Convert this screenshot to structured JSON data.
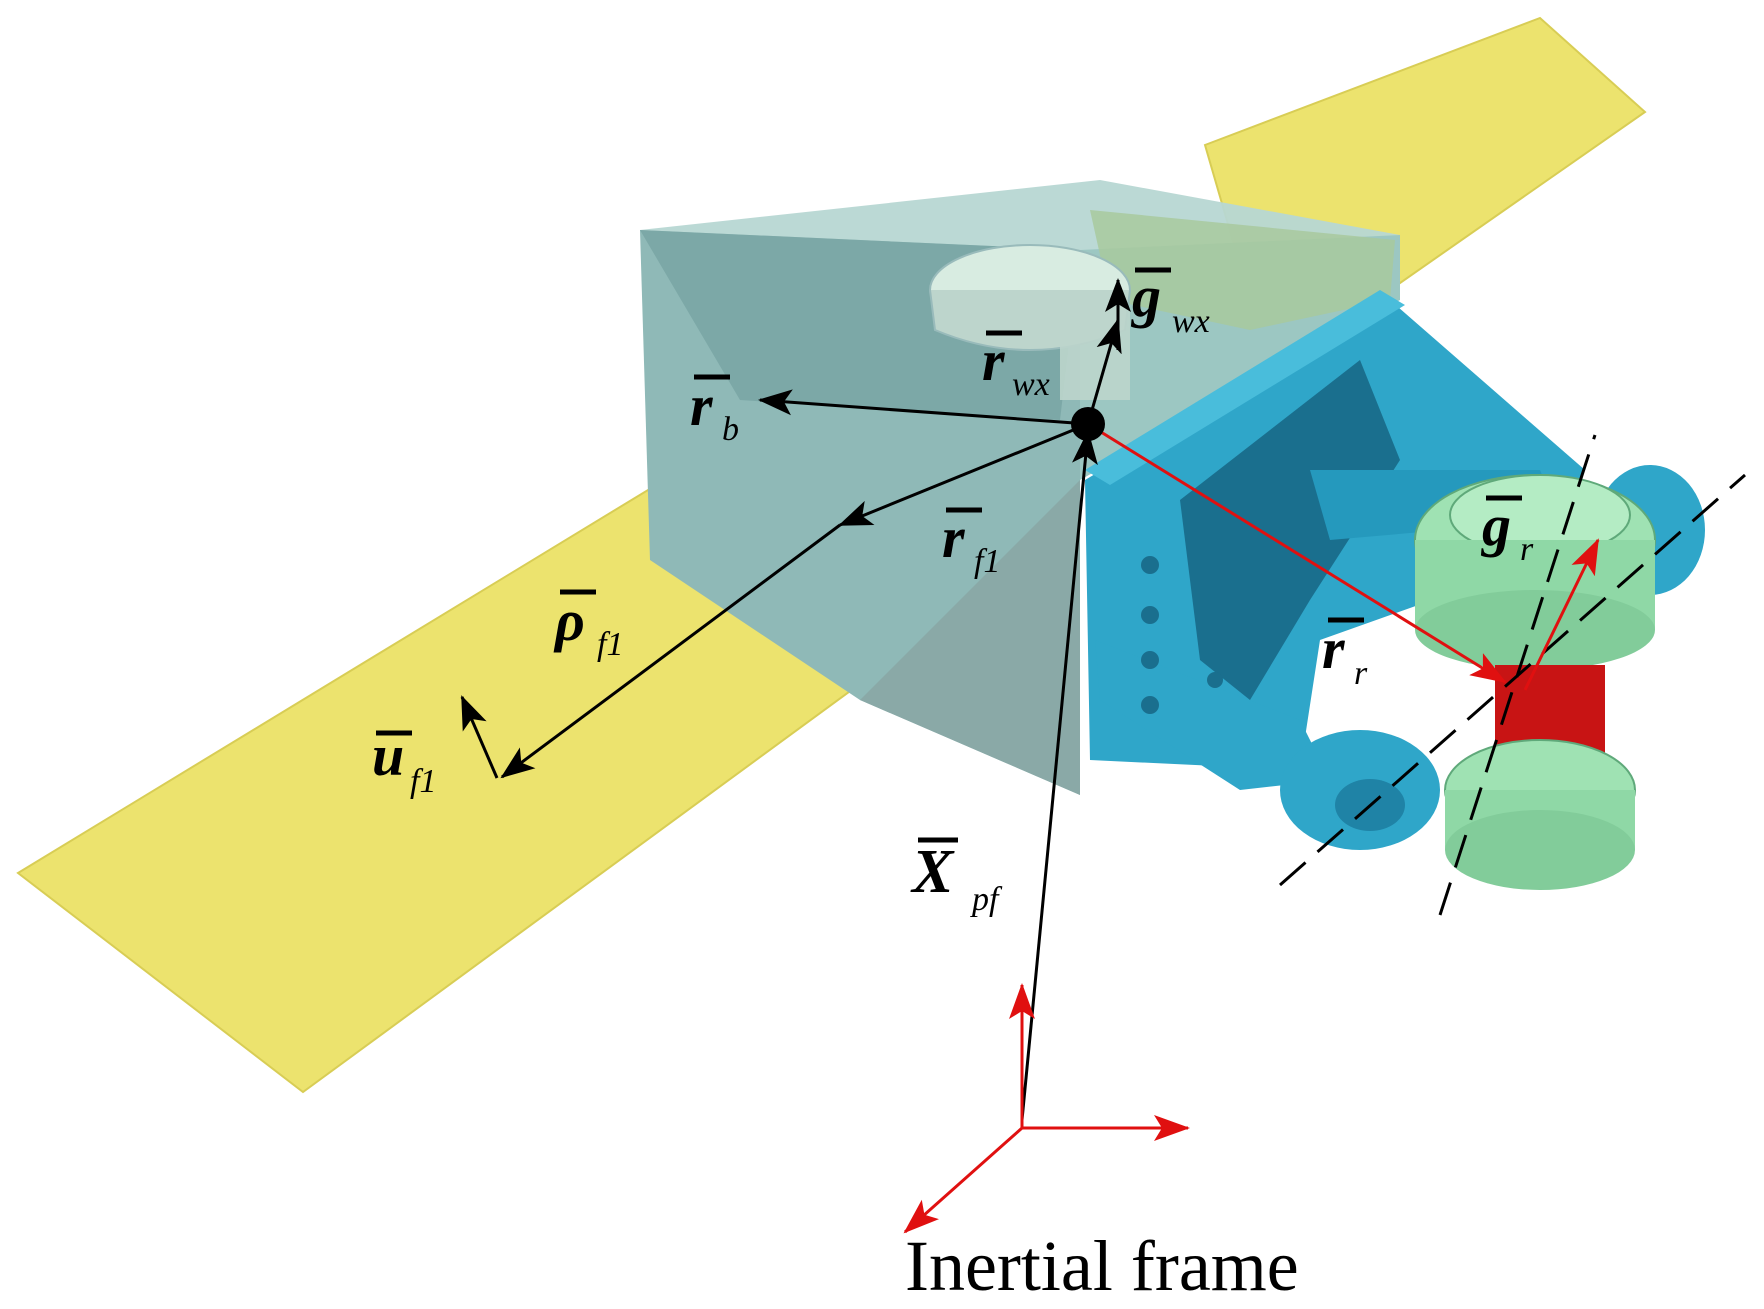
{
  "caption": "Inertial frame",
  "colors": {
    "solar_panel": "#ece36e",
    "solar_panel_edge": "#c9bd3a",
    "body_cube": "#8fb9b7",
    "arm": "#2fa6c9",
    "arm_dark": "#1a6f8e",
    "joint": "#9fe2b3",
    "red_part": "#c81414",
    "vector_black": "#000000",
    "vector_red": "#e01010"
  },
  "vectors": {
    "r_b": {
      "symbol": "r",
      "sub": "b"
    },
    "r_wx": {
      "symbol": "r",
      "sub": "wx"
    },
    "g_wx": {
      "symbol": "g",
      "sub": "wx"
    },
    "r_f1": {
      "symbol": "r",
      "sub": "f1"
    },
    "rho_f1": {
      "symbol": "ρ",
      "sub": "f1"
    },
    "u_f1": {
      "symbol": "u",
      "sub": "f1"
    },
    "X_pf": {
      "symbol": "X",
      "sub": "pf"
    },
    "r_r": {
      "symbol": "r",
      "sub": "r"
    },
    "g_r": {
      "symbol": "g",
      "sub": "r"
    }
  },
  "icons": {
    "center_of_mass": "filled-circle-icon",
    "inertial_frame_axes": "triad-icon"
  }
}
